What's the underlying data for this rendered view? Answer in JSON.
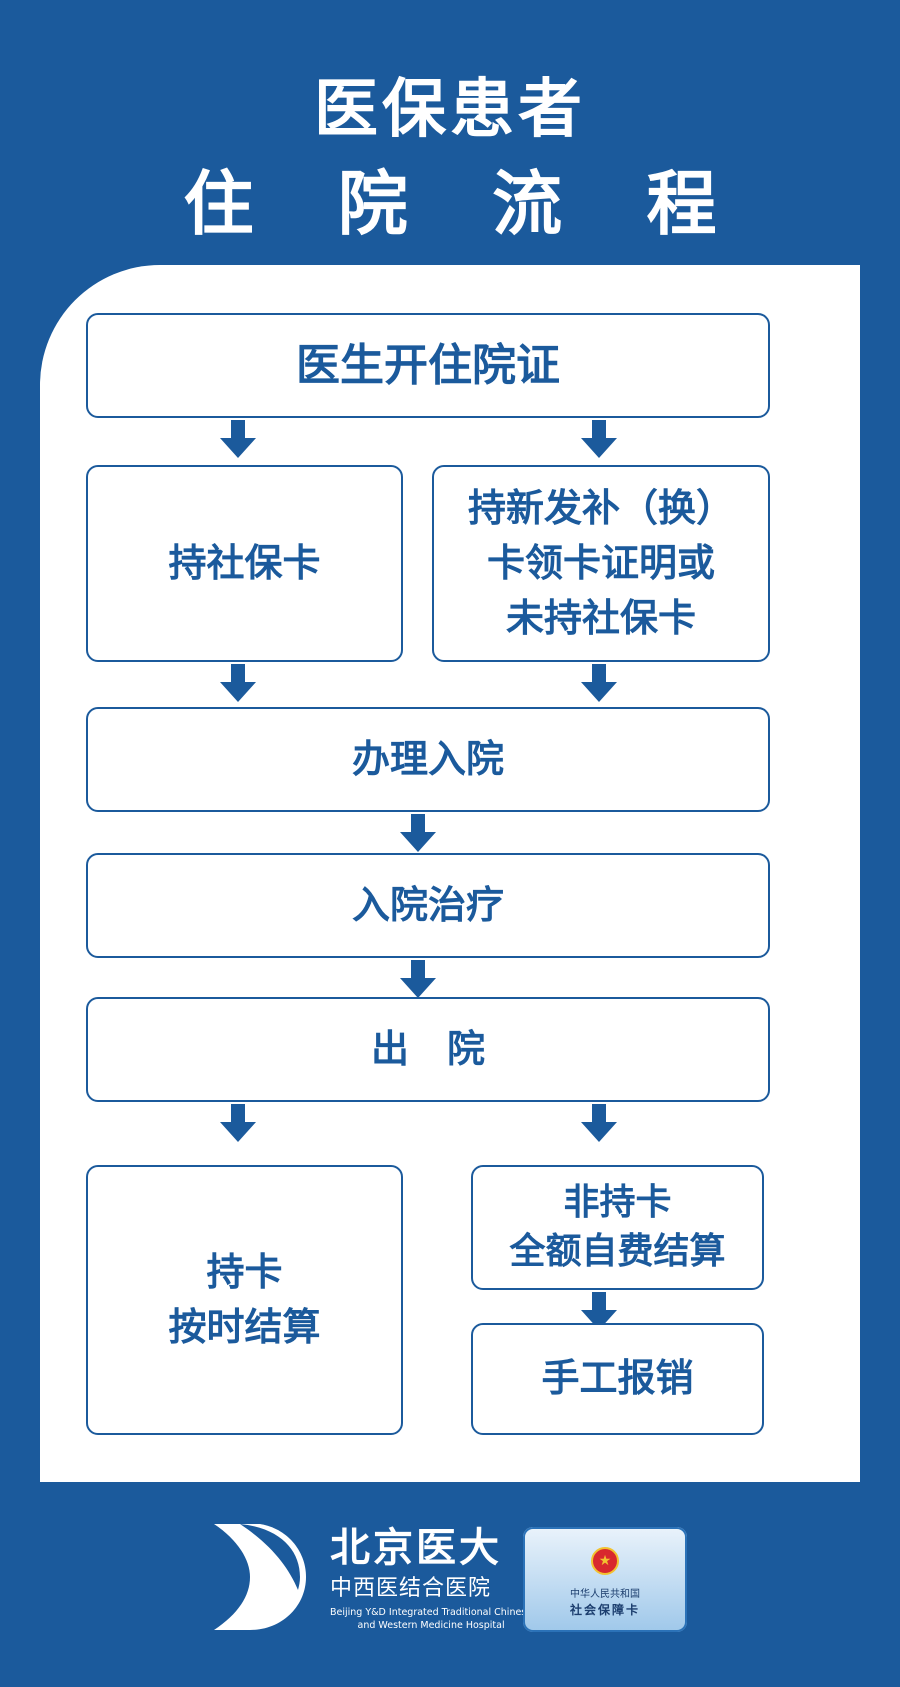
{
  "header": {
    "title_line1": "医保患者",
    "title_line2": "住 院 流 程"
  },
  "flow": {
    "step1": "医生开住院证",
    "left_branch": "持社保卡",
    "right_branch_lines": [
      "持新发补（换）",
      "卡领卡证明或",
      "未持社保卡"
    ],
    "step3": "办理入院",
    "step4": "入院治疗",
    "step5": "出　院",
    "left_result_lines": [
      "持卡",
      "按时结算"
    ],
    "right_result_lines": [
      "非持卡",
      "全额自费结算"
    ],
    "right_final": "手工报销"
  },
  "footer": {
    "brand_cn": "北京医大",
    "brand_sub": "中西医结合医院",
    "brand_en_line1": "Beijing Y&D Integrated Traditional Chinese",
    "brand_en_line2": "and Western Medicine Hospital",
    "card_country": "中华人民共和国",
    "card_name": "社会保障卡",
    "logo_icon": "hospital-logo-icon",
    "card_icon": "social-security-card-icon"
  },
  "colors": {
    "primary_blue": "#1b5a9c",
    "panel_white": "#ffffff"
  }
}
